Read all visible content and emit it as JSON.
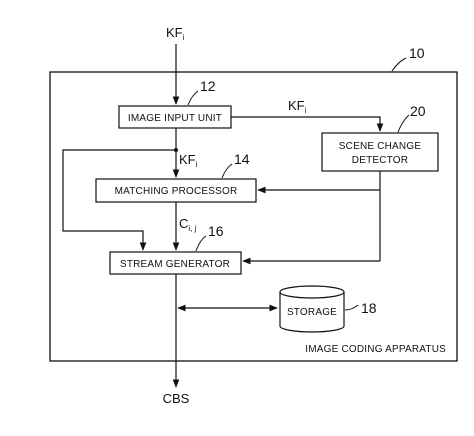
{
  "title": "IMAGE CODING APPARATUS",
  "apparatus_ref": "10",
  "input_signal": {
    "base": "KF",
    "sub": "i"
  },
  "output_signal": "CBS",
  "blocks": {
    "image_input_unit": {
      "label": "IMAGE INPUT UNIT",
      "ref": "12"
    },
    "scene_change_detector": {
      "line1": "SCENE CHANGE",
      "line2": "DETECTOR",
      "ref": "20"
    },
    "matching_processor": {
      "label": "MATCHING PROCESSOR",
      "ref": "14"
    },
    "stream_generator": {
      "label": "STREAM GENERATOR",
      "ref": "16"
    },
    "storage": {
      "label": "STORAGE",
      "ref": "18"
    }
  },
  "edge_labels": {
    "kf_to_detector": {
      "base": "KF",
      "sub": "i"
    },
    "kf_to_matching": {
      "base": "KF",
      "sub": "i"
    },
    "cij": {
      "base": "C",
      "sub": "i, j"
    }
  }
}
